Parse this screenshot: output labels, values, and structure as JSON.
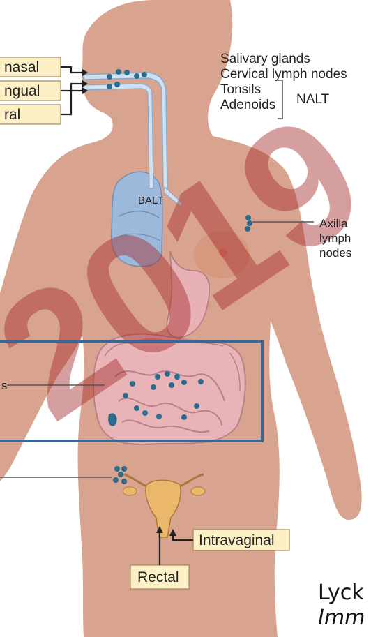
{
  "routes": {
    "intranasal": "nasal",
    "sublingual": "ngual",
    "oral": "ral",
    "intravaginal": "Intravaginal",
    "rectal": "Rectal"
  },
  "labels": {
    "salivary": "Salivary glands",
    "cervical": "Cervical lymph nodes",
    "tonsils": "Tonsils",
    "adenoids": "Adenoids",
    "nalt": "NALT",
    "balt": "BALT",
    "axillary_1": "Axilla",
    "axillary_2": "lymph",
    "axillary_3": "nodes",
    "gut_cut": "s"
  },
  "watermark": "2019",
  "citation": {
    "line1": "Lyck",
    "line2": "Imm"
  },
  "colors": {
    "body": "#d9a48f",
    "lung": "#9cb9dc",
    "airway": "#cfe0f0",
    "node": "#2b6c8c",
    "gut": "#e8b4b8",
    "uterus": "#eab76b",
    "label_box": "#fdf0c6",
    "highlight_box": "#3d6592",
    "watermark": "#a52a2a"
  }
}
